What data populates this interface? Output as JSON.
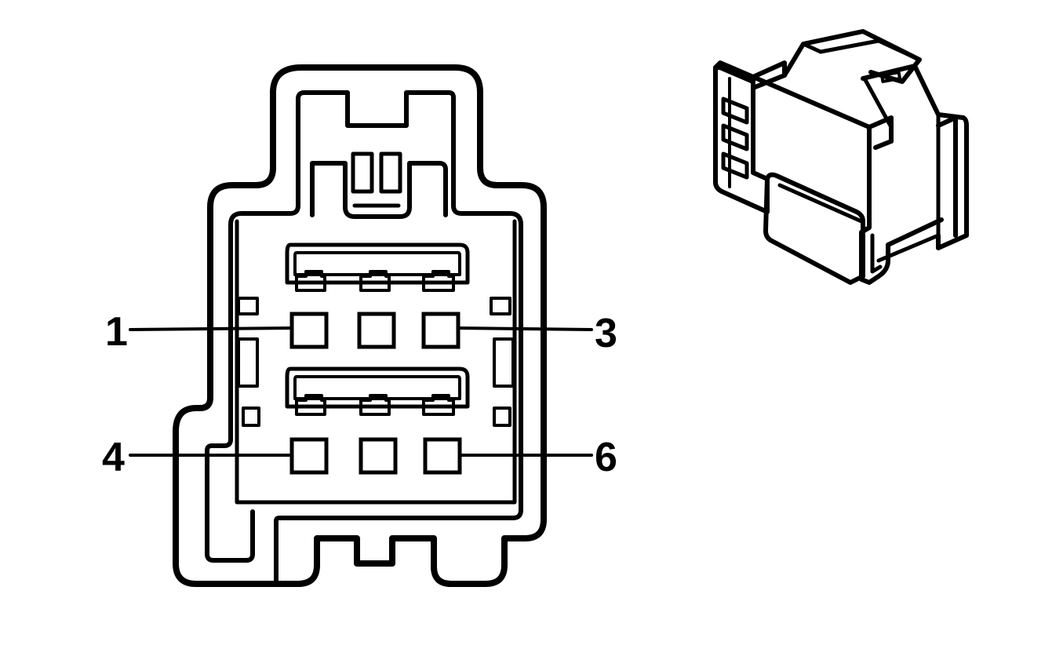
{
  "diagram": {
    "type": "connector-face-view",
    "stroke_color": "#000000",
    "background_color": "#ffffff",
    "pin_labels": {
      "pin1": "1",
      "pin3": "3",
      "pin4": "4",
      "pin6": "6"
    },
    "pin_count": 6,
    "rows": 2,
    "pins_per_row": 3
  }
}
